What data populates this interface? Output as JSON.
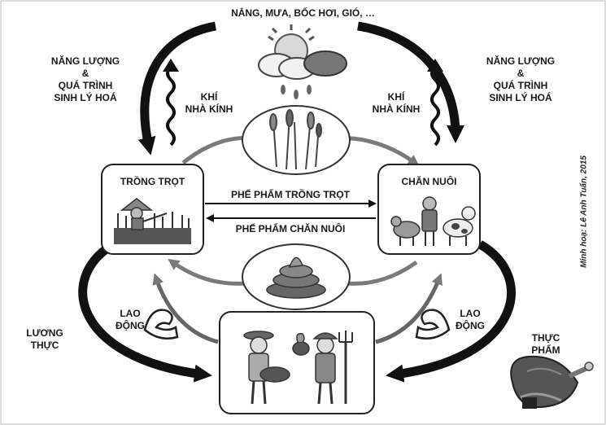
{
  "top_label": "NẮNG, MƯA, BỐC HƠI, GIÓ, …",
  "left_energy": [
    "NĂNG LƯỢNG",
    "&",
    "QUÁ TRÌNH",
    "SINH LÝ HOÁ"
  ],
  "right_energy": [
    "NĂNG LƯỢNG",
    "&",
    "QUÁ TRÌNH",
    "SINH LÝ HOÁ"
  ],
  "left_gas": [
    "KHÍ",
    "NHÀ KÍNH"
  ],
  "right_gas": [
    "KHÍ",
    "NHÀ KÍNH"
  ],
  "crop_box_title": "TRỒNG TRỌT",
  "livestock_box_title": "CHĂN NUÔI",
  "crop_byproduct": "PHẾ PHẨM TRỒNG TRỌT",
  "livestock_byproduct": "PHẾ PHẨM CHĂN NUÔI",
  "left_labor": [
    "LAO",
    "ĐỘNG"
  ],
  "right_labor": [
    "LAO",
    "ĐỘNG"
  ],
  "food_grain": [
    "LƯƠNG",
    "THỰC"
  ],
  "food_meat": [
    "THỰC",
    "PHẨM"
  ],
  "credit": "Minh hoạ: Lê Anh Tuấn, 2015",
  "icons": [
    "sun-cloud-rain-icon",
    "wavy-up-arrow-icon",
    "plants-icon",
    "farmer-field-icon",
    "livestock-icon",
    "manure-icon",
    "flexed-arm-icon",
    "farmers-icon",
    "meat-icon"
  ],
  "colors": {
    "ink": "#1a1a1a",
    "arrow_gray": "#7a7a7a",
    "box_border": "#222222"
  }
}
